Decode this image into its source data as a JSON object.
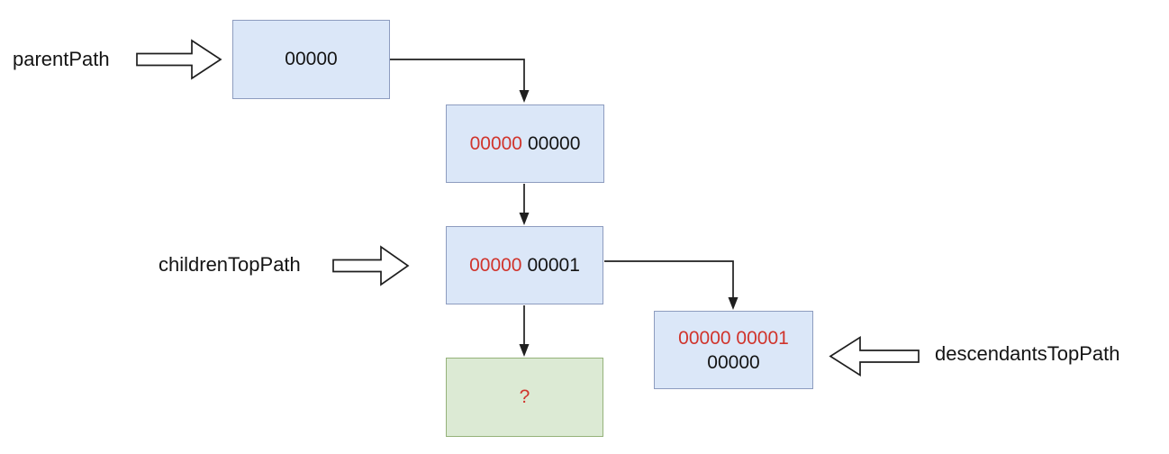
{
  "diagram": {
    "labels": {
      "parent_path": "parentPath",
      "children_top_path": "childrenTopPath",
      "descendants_top_path": "descendantsTopPath"
    },
    "nodes": {
      "parent": {
        "value": "00000"
      },
      "child_first": {
        "prefix": "00000",
        "value": "00000"
      },
      "child_next": {
        "prefix": "00000",
        "value": "00001"
      },
      "descendants_top": {
        "prefix": "00000 00001",
        "value": "00000"
      },
      "placeholder": {
        "value": "?"
      }
    },
    "colors": {
      "background": "#ffffff",
      "node_fill": "#dbe7f8",
      "node_stroke": "#8d9cbf",
      "result_fill": "#dcead4",
      "result_stroke": "#95b27a",
      "highlight_text": "#d0342c",
      "text": "#141414",
      "connector": "#1f1f1f"
    }
  }
}
